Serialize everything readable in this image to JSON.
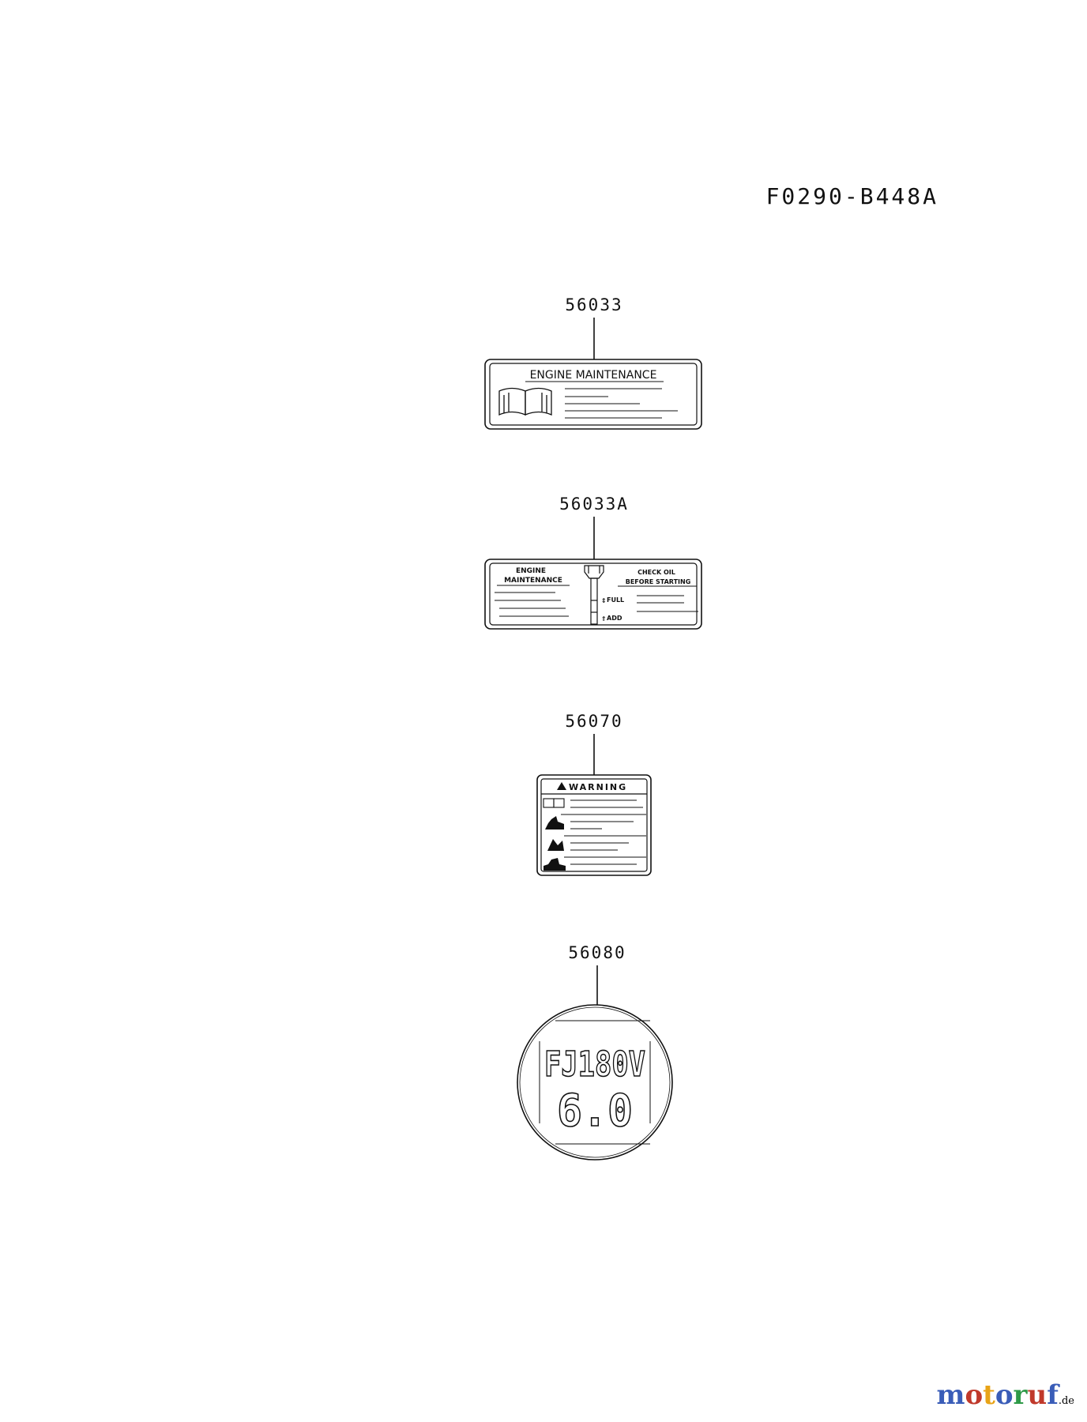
{
  "diagram_code": "F0290-B448A",
  "parts": [
    {
      "part_no": "56033",
      "label": "ENGINE MAINTENANCE"
    },
    {
      "part_no": "56033A",
      "label_left_1": "ENGINE",
      "label_left_2": "MAINTENANCE",
      "label_right_1": "CHECK OIL",
      "label_right_2": "BEFORE STARTING",
      "level_full": "FULL",
      "level_add": "ADD"
    },
    {
      "part_no": "56070",
      "label": "WARNING"
    },
    {
      "part_no": "56080",
      "model": "FJ180V",
      "power": "6.0"
    }
  ],
  "watermark": {
    "chars": [
      "m",
      "o",
      "t",
      "o",
      "r",
      "u",
      "f"
    ],
    "tld": ".de",
    "colors": [
      "#3a5db8",
      "#c0392b",
      "#e8a317",
      "#3a5db8",
      "#2e9a48",
      "#c0392b",
      "#3a5db8"
    ]
  }
}
